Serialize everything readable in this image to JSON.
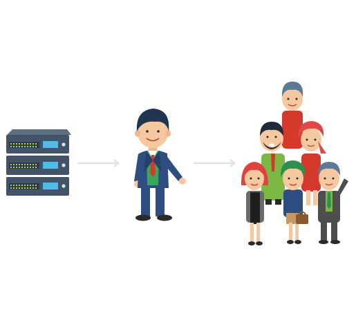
{
  "diagram": {
    "nodes": [
      {
        "id": "server",
        "icon": "server-rack-icon"
      },
      {
        "id": "agent",
        "icon": "businessman-icon"
      },
      {
        "id": "users",
        "icon": "people-group-icon"
      }
    ],
    "edges": [
      {
        "from": "server",
        "to": "agent",
        "icon": "arrow-right-icon"
      },
      {
        "from": "agent",
        "to": "users",
        "icon": "arrow-right-icon"
      }
    ]
  },
  "colors": {
    "server_body": "#43536a",
    "server_panel": "#2e3a4c",
    "server_led": "#a9d94a",
    "server_display": "#4dbde8",
    "arrow": "#e2e2e2",
    "suit_navy": "#2e4d80",
    "tie_red": "#d33a2c",
    "hair_dark": "#1f3552",
    "skin": "#f6c89f",
    "shoes": "#2a2a2a"
  }
}
